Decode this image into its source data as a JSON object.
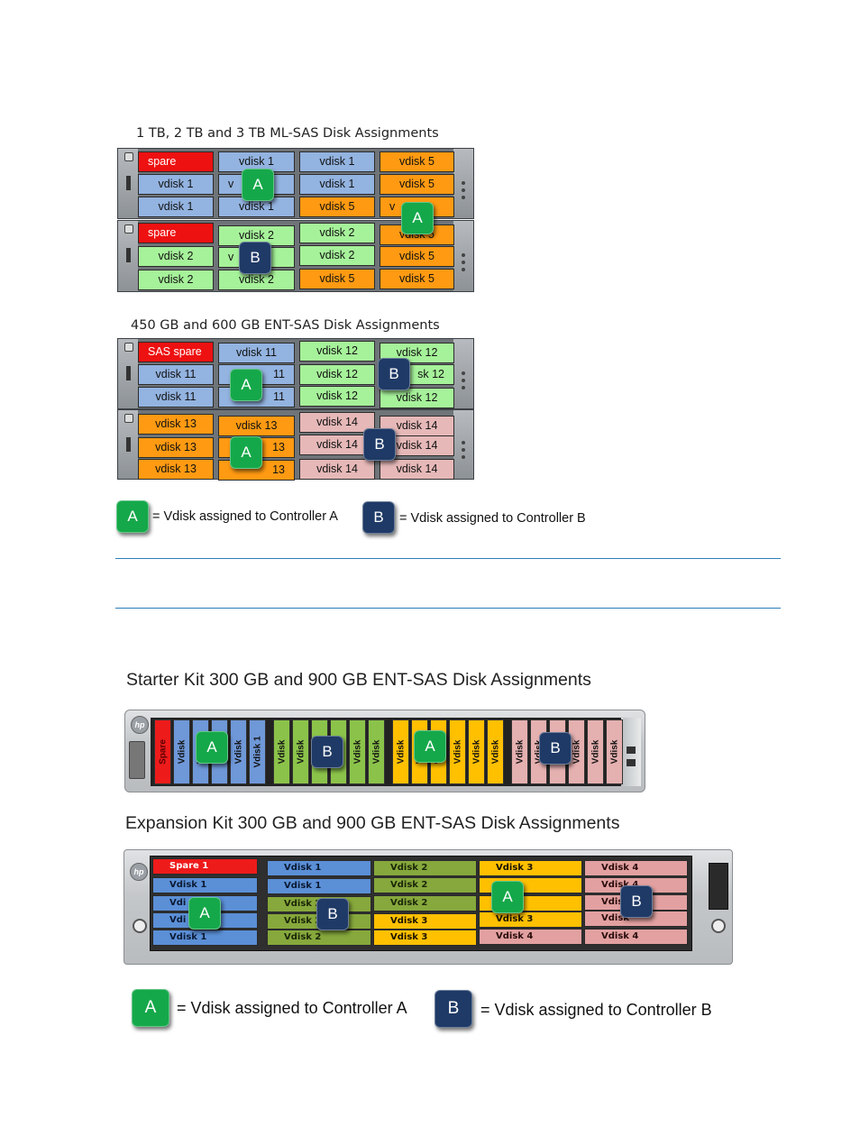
{
  "colors": {
    "spare": "#ee1111",
    "blue_vdisk": "#93b3e0",
    "green_vdisk": "#a6f29a",
    "orange_vdisk": "#ff9a12",
    "pink_vdisk": "#e6b8b8",
    "controller_a": "#15a84a",
    "controller_b": "#1f3a66",
    "rule": "#2a7fb8"
  },
  "section1": {
    "title": "1 TB, 2 TB and 3 TB ML-SAS Disk Assignments",
    "enclosure_top": [
      [
        "spare",
        "vdisk 1",
        "vdisk 1",
        "vdisk 5"
      ],
      [
        "vdisk 1",
        "v",
        "vdisk 1",
        "vdisk 5"
      ],
      [
        "vdisk 1",
        "vdisk 1",
        "vdisk 5",
        "v"
      ]
    ],
    "enclosure_bottom": [
      [
        "spare",
        "vdisk 2",
        "vdisk 2",
        "vdisk 5"
      ],
      [
        "vdisk 2",
        "v",
        "vdisk 2",
        "vdisk 5"
      ],
      [
        "vdisk 2",
        "vdisk 2",
        "vdisk 5",
        "vdisk 5"
      ]
    ],
    "badges": [
      "A",
      "A",
      "B"
    ]
  },
  "section2": {
    "title": "450 GB and 600 GB ENT-SAS Disk Assignments",
    "enclosure_top": [
      [
        "SAS spare",
        "vdisk 11",
        "vdisk 12",
        "vdisk 12"
      ],
      [
        "vdisk 11",
        "11",
        "vdisk 12",
        "sk 12"
      ],
      [
        "vdisk 11",
        "11",
        "vdisk 12",
        "vdisk 12"
      ]
    ],
    "enclosure_bottom": [
      [
        "vdisk 13",
        "vdisk 13",
        "vdisk 14",
        "vdisk 14"
      ],
      [
        "vdisk 13",
        "13",
        "vdisk 14",
        "vdisk 14"
      ],
      [
        "vdisk 13",
        "13",
        "vdisk 14",
        "vdisk 14"
      ]
    ],
    "badges": [
      "A",
      "B",
      "A",
      "B"
    ]
  },
  "legend1": {
    "a_badge": "A",
    "a_text": "= Vdisk assigned to Controller A",
    "b_badge": "B",
    "b_text": "= Vdisk assigned to Controller B"
  },
  "section3": {
    "title": "Starter Kit 300 GB and 900 GB ENT-SAS Disk Assignments",
    "bays": [
      {
        "label": "Spare",
        "color": "red"
      },
      {
        "label": "Vdisk",
        "color": "blue"
      },
      {
        "label": "Vdisk",
        "color": "blue"
      },
      {
        "label": "Vdisk",
        "color": "blue"
      },
      {
        "label": "Vdisk",
        "color": "blue"
      },
      {
        "label": "Vdisk 1",
        "color": "blue"
      },
      {
        "label": "Vdisk",
        "color": "green"
      },
      {
        "label": "Vdisk",
        "color": "green"
      },
      {
        "label": "Vdisk",
        "color": "green"
      },
      {
        "label": "Vdisk",
        "color": "green"
      },
      {
        "label": "Vdisk",
        "color": "green"
      },
      {
        "label": "Vdisk",
        "color": "green"
      },
      {
        "label": "Vdisk",
        "color": "yellow"
      },
      {
        "label": "Vdisk",
        "color": "yellow"
      },
      {
        "label": "Vdisk",
        "color": "yellow"
      },
      {
        "label": "Vdisk",
        "color": "yellow"
      },
      {
        "label": "Vdisk",
        "color": "yellow"
      },
      {
        "label": "Vdisk",
        "color": "yellow"
      },
      {
        "label": "Vdisk",
        "color": "pink"
      },
      {
        "label": "Vdisk",
        "color": "pink"
      },
      {
        "label": "Vdisk",
        "color": "pink"
      },
      {
        "label": "Vdisk",
        "color": "pink"
      },
      {
        "label": "Vdisk",
        "color": "pink"
      },
      {
        "label": "Vdisk",
        "color": "pink"
      }
    ],
    "badges": [
      "A",
      "B",
      "A",
      "B"
    ],
    "logo": "hp"
  },
  "section4": {
    "title": "Expansion Kit 300 GB and 900 GB ENT-SAS Disk Assignments",
    "columns": [
      [
        "Spare 1",
        "Vdisk 1",
        "Vdi",
        "Vdi",
        "Vdisk 1"
      ],
      [
        "Vdisk 1",
        "Vdisk 1",
        "Vdisk 2",
        "Vdisk 2",
        "Vdisk 2"
      ],
      [
        "Vdisk 2",
        "Vdisk 2",
        "Vdisk 2",
        "Vdisk 3",
        "Vdisk 3"
      ],
      [
        "Vdisk 3",
        "",
        "",
        "Vdisk 3",
        "Vdisk 4"
      ],
      [
        "Vdisk 4",
        "Vdisk 4",
        "Vdisk",
        "Vdisk",
        "Vdisk 4"
      ]
    ],
    "badges": [
      "A",
      "B",
      "A",
      "B"
    ],
    "logo": "hp"
  },
  "legend2": {
    "a_badge": "A",
    "a_text": "= Vdisk assigned to Controller A",
    "b_badge": "B",
    "b_text": "= Vdisk assigned to Controller B"
  }
}
